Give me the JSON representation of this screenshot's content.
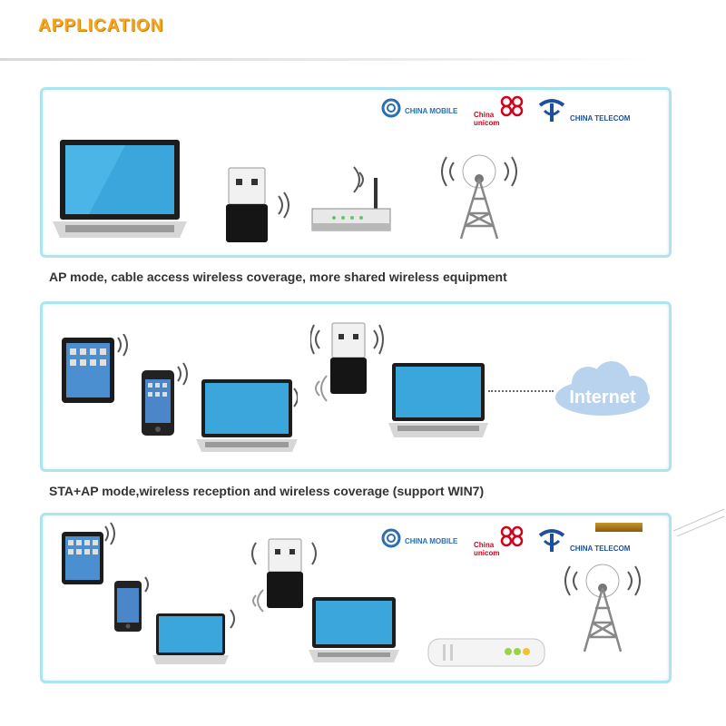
{
  "title": "APPLICATION",
  "captions": {
    "ap_mode": "AP mode, cable access wireless coverage, more shared wireless equipment",
    "sta_ap_mode": "STA+AP mode,wireless reception and wireless coverage (support WIN7)"
  },
  "carriers": {
    "china_mobile": "CHINA MOBILE",
    "china_unicom_line1": "China",
    "china_unicom_line2": "unicom",
    "china_telecom": "CHINA TELECOM"
  },
  "internet_label": "Internet",
  "colors": {
    "title": "#f5a623",
    "panel_border": "#aee3f0",
    "mobile_blue": "#2a6fb0",
    "unicom_red": "#d0021b",
    "telecom_blue": "#1f4e9c"
  }
}
